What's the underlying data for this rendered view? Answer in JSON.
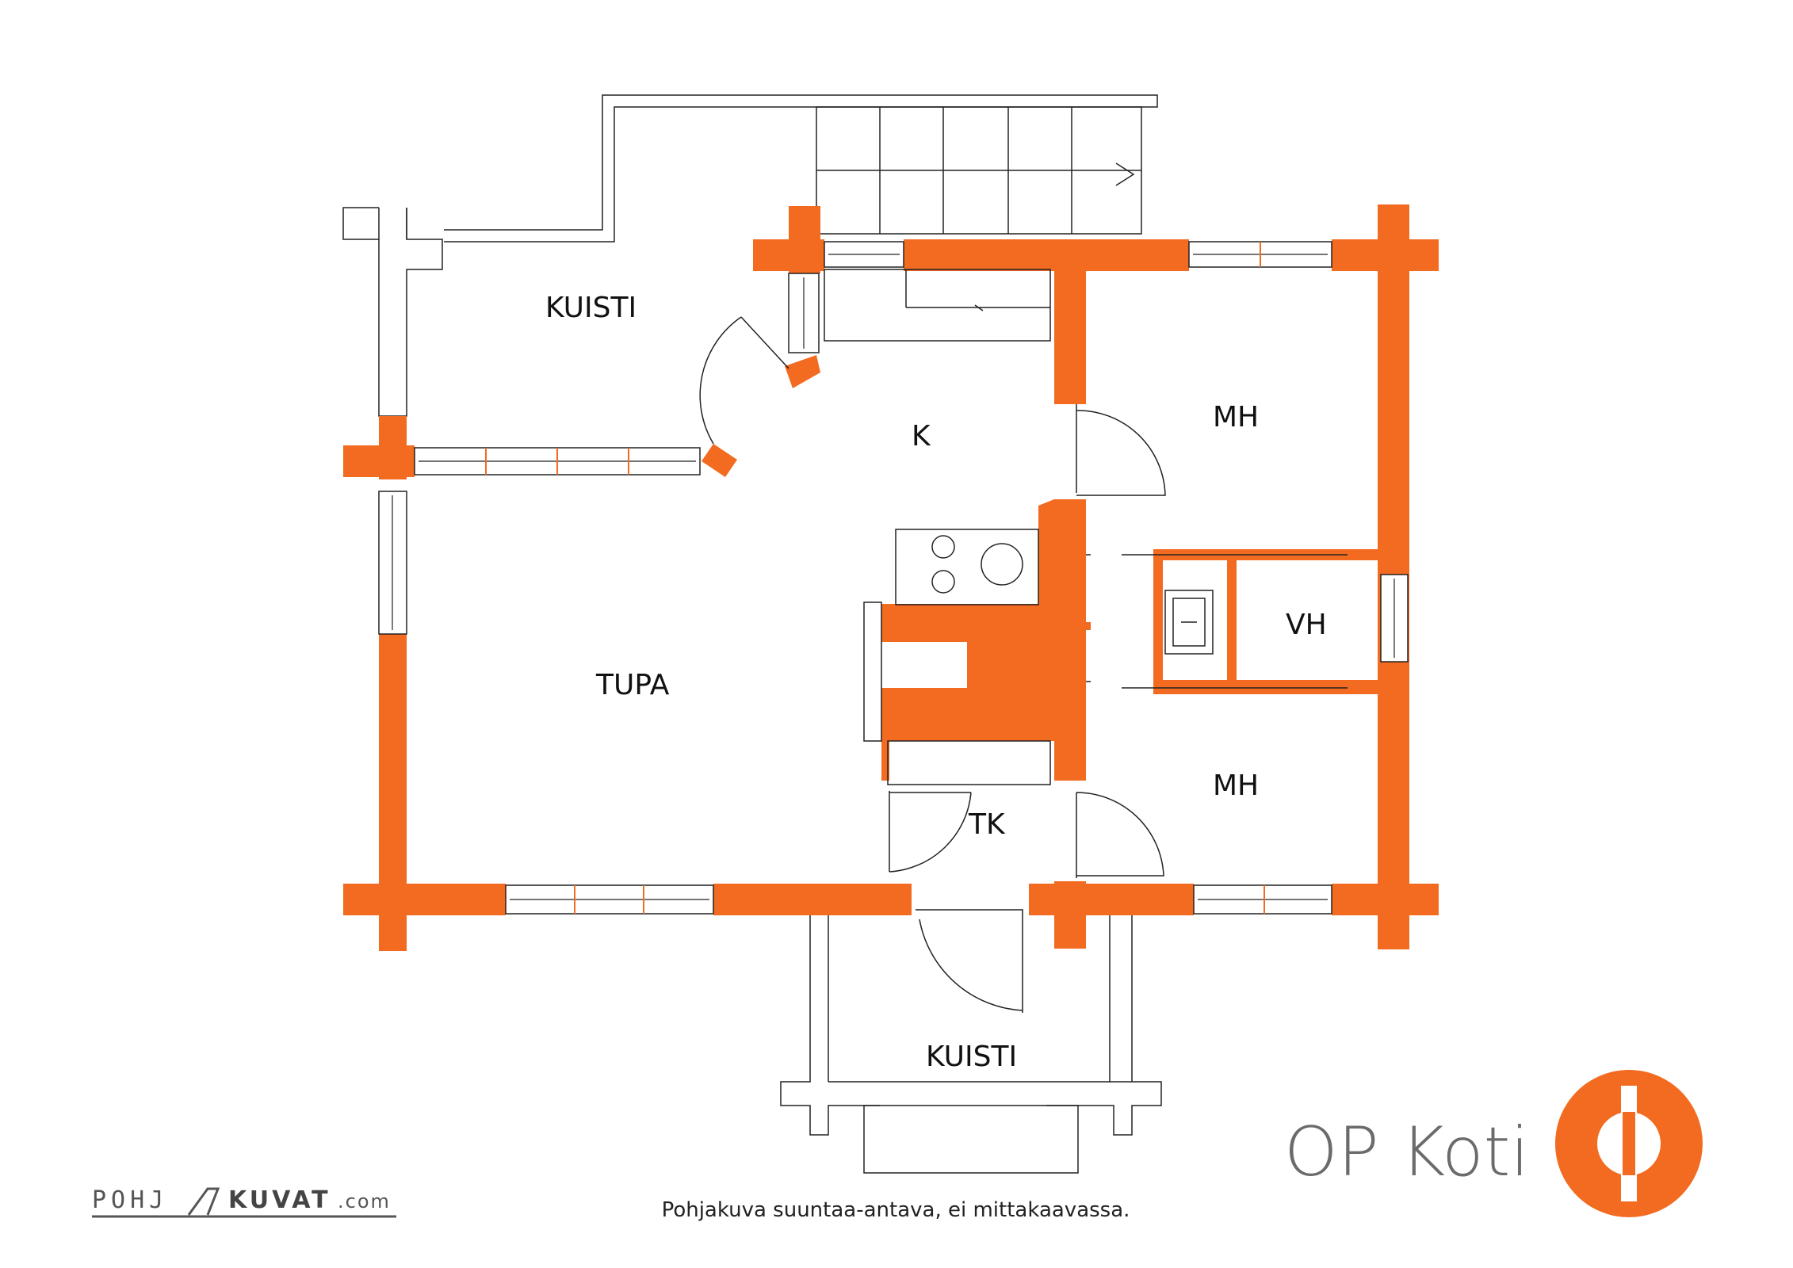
{
  "rooms": {
    "kuisti_top": "KUISTI",
    "k": "K",
    "mh_top": "MH",
    "tupa": "TUPA",
    "vh": "VH",
    "mh_bottom": "MH",
    "tk": "TK",
    "kuisti_bottom": "KUISTI"
  },
  "note": "Pohjakuva suuntaa-antava, ei mittakaavassa.",
  "brand": {
    "name": "OP Koti",
    "logo_icon": "op-logo-icon"
  },
  "watermark": {
    "part1": "POHJ",
    "part2": "KUVAT",
    "part3": ".com"
  },
  "colors": {
    "wall": "#f26b21",
    "line": "#222222",
    "brand_gray": "#6b6b6b"
  }
}
